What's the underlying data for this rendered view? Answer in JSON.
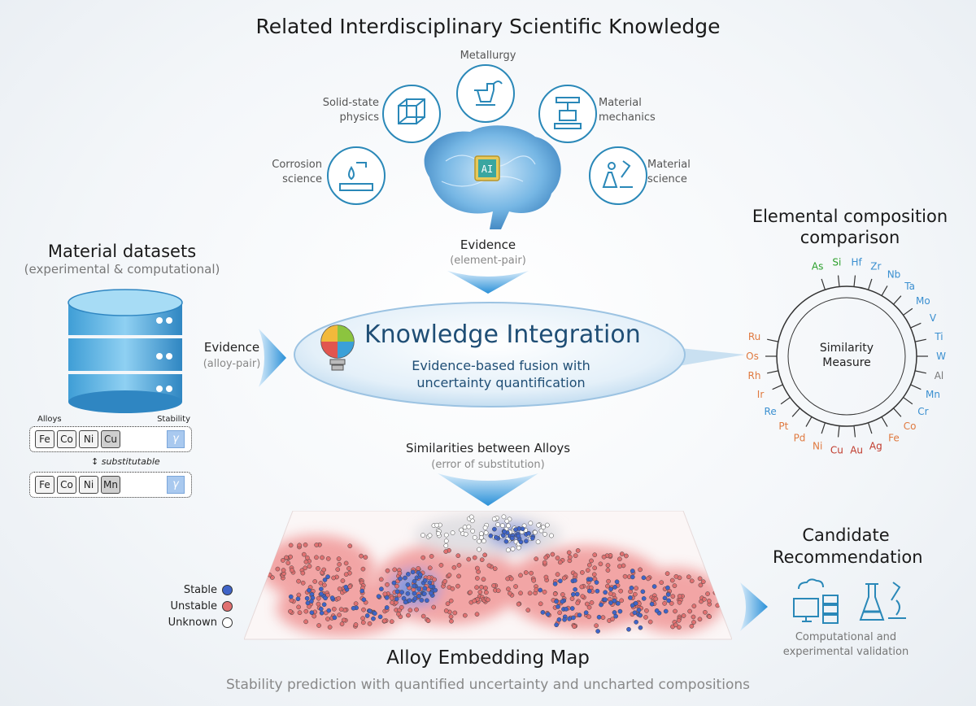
{
  "top_title": "Related Interdisciplinary Scientific Knowledge",
  "topics": {
    "metallurgy": "Metallurgy",
    "solid_state_1": "Solid-state",
    "solid_state_2": "physics",
    "corrosion_1": "Corrosion",
    "corrosion_2": "science",
    "mechanics_1": "Material",
    "mechanics_2": "mechanics",
    "matsci_1": "Material",
    "matsci_2": "science"
  },
  "brain_label": "AI",
  "evidence_element": {
    "label": "Evidence",
    "sub": "(element-pair)"
  },
  "datasets": {
    "title": "Material datasets",
    "sub": "(experimental & computational)"
  },
  "evidence_alloy": {
    "label": "Evidence",
    "sub": "(alloy-pair)"
  },
  "alloy_table": {
    "alloys_header": "Alloys",
    "stability_header": "Stability",
    "row1": [
      "Fe",
      "Co",
      "Ni",
      "Cu"
    ],
    "row2": [
      "Fe",
      "Co",
      "Ni",
      "Mn"
    ],
    "stability_symbol": "γ",
    "substitutable": "substitutable"
  },
  "integration": {
    "title": "Knowledge Integration",
    "line1": "Evidence-based fusion with",
    "line2": "uncertainty quantification"
  },
  "composition": {
    "title1": "Elemental composition",
    "title2": "comparison",
    "center1": "Similarity",
    "center2": "Measure",
    "elements": [
      {
        "sym": "As",
        "color": "#2ca02c"
      },
      {
        "sym": "Si",
        "color": "#2ca02c"
      },
      {
        "sym": "Hf",
        "color": "#3a8fd0"
      },
      {
        "sym": "Zr",
        "color": "#3a8fd0"
      },
      {
        "sym": "Nb",
        "color": "#3a8fd0"
      },
      {
        "sym": "Ta",
        "color": "#3a8fd0"
      },
      {
        "sym": "Mo",
        "color": "#3a8fd0"
      },
      {
        "sym": "V",
        "color": "#3a8fd0"
      },
      {
        "sym": "Ti",
        "color": "#3a8fd0"
      },
      {
        "sym": "W",
        "color": "#3a8fd0"
      },
      {
        "sym": "Al",
        "color": "#777777"
      },
      {
        "sym": "Mn",
        "color": "#3a8fd0"
      },
      {
        "sym": "Cr",
        "color": "#3a8fd0"
      },
      {
        "sym": "Co",
        "color": "#e07a40"
      },
      {
        "sym": "Fe",
        "color": "#e07a40"
      },
      {
        "sym": "Ag",
        "color": "#c0392b"
      },
      {
        "sym": "Au",
        "color": "#c0392b"
      },
      {
        "sym": "Cu",
        "color": "#c0392b"
      },
      {
        "sym": "Ni",
        "color": "#e07a40"
      },
      {
        "sym": "Pd",
        "color": "#e07a40"
      },
      {
        "sym": "Pt",
        "color": "#e07a40"
      },
      {
        "sym": "Re",
        "color": "#3a8fd0"
      },
      {
        "sym": "Ir",
        "color": "#e07a40"
      },
      {
        "sym": "Rh",
        "color": "#e07a40"
      },
      {
        "sym": "Os",
        "color": "#e07a40"
      },
      {
        "sym": "Ru",
        "color": "#e07a40"
      }
    ]
  },
  "similarities": {
    "label": "Similarities between Alloys",
    "sub": "(error of substitution)"
  },
  "legend": {
    "stable": "Stable",
    "unstable": "Unstable",
    "unknown": "Unknown"
  },
  "candidate": {
    "title1": "Candidate",
    "title2": "Recommendation",
    "line1": "Computational and",
    "line2": "experimental validation"
  },
  "map": {
    "title": "Alloy Embedding Map",
    "sub": "Stability prediction with quantified uncertainty and uncharted compositions"
  },
  "colors": {
    "stable": "#3f64c8",
    "unstable": "#e07070",
    "unknown": "#ffffff",
    "accent": "#2a88b8"
  }
}
